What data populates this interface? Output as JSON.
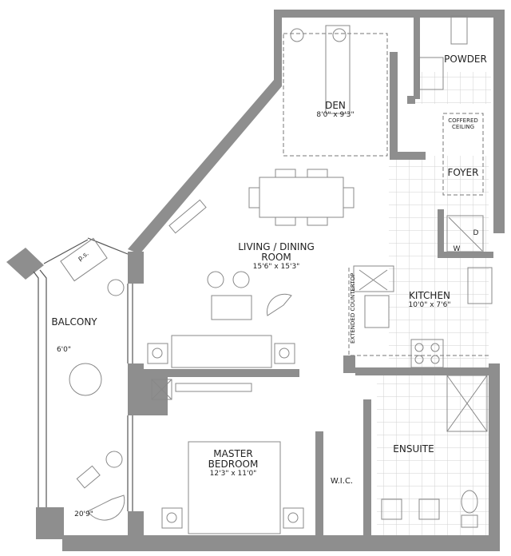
{
  "rooms": {
    "den": {
      "name": "DEN",
      "size": "8'0\" x 9'3\""
    },
    "powder": {
      "name": "POWDER"
    },
    "coffered": {
      "name": "COFFERED CEILING"
    },
    "foyer": {
      "name": "FOYER"
    },
    "living": {
      "name": "LIVING / DINING ROOM",
      "size": "15'6\" x 15'3\""
    },
    "kitchen": {
      "name": "KITCHEN",
      "size": "10'0\" x 7'6\""
    },
    "balcony": {
      "name": "BALCONY",
      "width": "6'0\"",
      "length": "20'9\""
    },
    "master": {
      "name": "MASTER BEDROOM",
      "size": "12'3\" x 11'0\""
    },
    "wic": {
      "name": "W.I.C."
    },
    "ensuite": {
      "name": "ENSUITE"
    }
  },
  "annotations": {
    "ps": "p.s.",
    "countertop": "EXTENDED COUNTERTOP",
    "washer": "W",
    "dryer": "D"
  },
  "colors": {
    "wall": "#8e8e8e",
    "line": "#555555",
    "tile": "#cfcfcf"
  }
}
